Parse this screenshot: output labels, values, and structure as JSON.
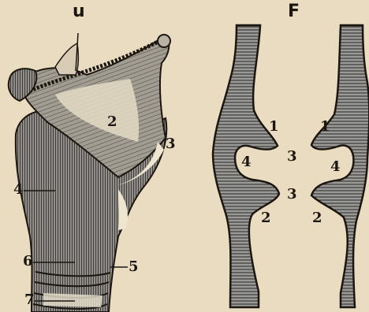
{
  "panels": {
    "left": {
      "letter": "u",
      "labels": {
        "l2": "2",
        "l3": "3",
        "l4": "4",
        "l5": "5",
        "l6": "6",
        "l7": "7"
      }
    },
    "right": {
      "letter": "F",
      "labels": {
        "r1a": "1",
        "r1b": "1",
        "r3a": "3",
        "r3b": "3",
        "r4a": "4",
        "r4b": "4",
        "r2a": "2",
        "r2b": "2"
      }
    }
  },
  "colors": {
    "paper": "#e9dcc0",
    "ink": "#1c1610",
    "tissue": "#8c8e8c",
    "shade": "#7d7c78"
  }
}
